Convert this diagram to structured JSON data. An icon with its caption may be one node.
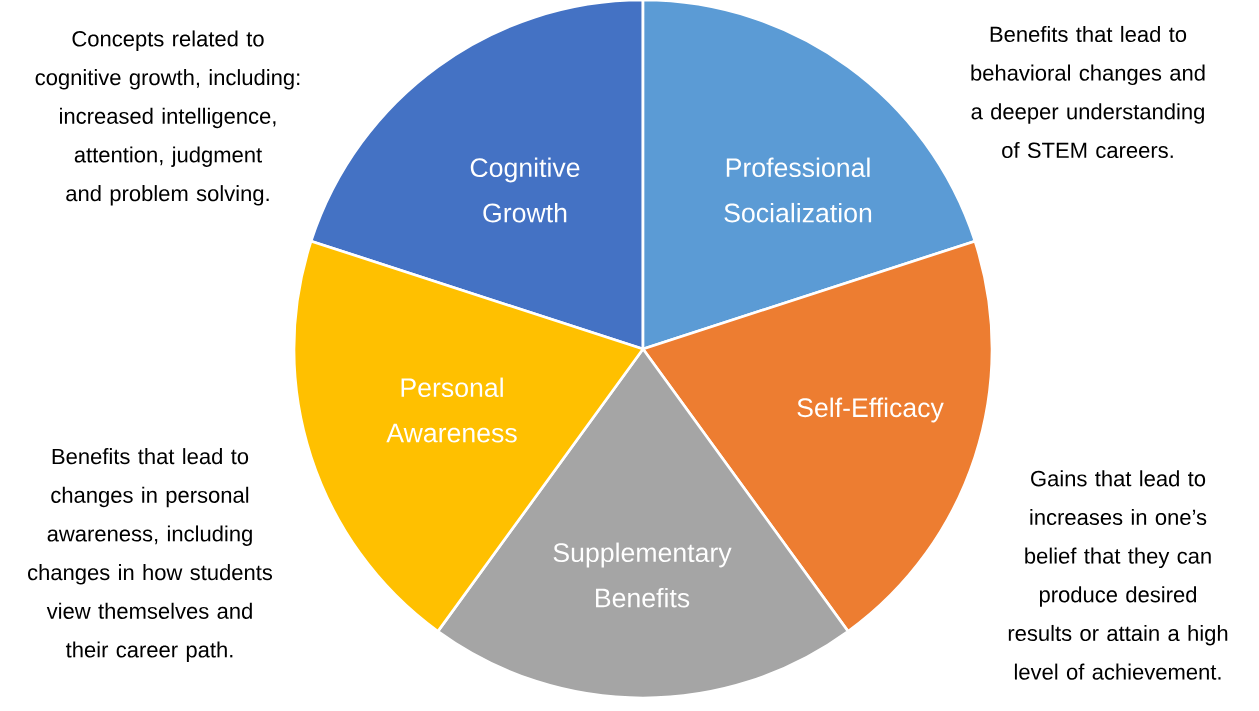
{
  "diagram": {
    "nodes": [
      {
        "text": [
          "Cognitive Growth"
        ],
        "beside": [
          "Concepts related to cognitive growth, including: increased intelligence, attention, judgment and problem solving."
        ]
      },
      {
        "text": [
          "Professional Socialization"
        ],
        "beside": [
          "Benefits that lead to behavioral changes and a deeper understanding of STEM careers."
        ]
      },
      {
        "text": [
          "Self-Efficacy"
        ],
        "beside": [
          "Gains that lead to increases in one’s belief that they can produce desired results or attain a high level of achievement."
        ]
      },
      {
        "text": [
          "Supplementary Benefits"
        ]
      },
      {
        "text": [
          "Personal Awareness"
        ],
        "beside": [
          "Benefits that lead to changes in personal awareness, including changes in how students view themselves and their career path."
        ]
      }
    ]
  }
}
